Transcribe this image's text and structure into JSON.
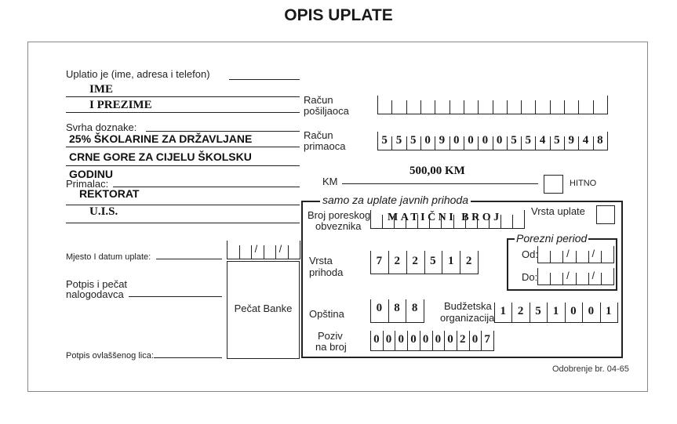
{
  "title": "OPIS UPLATE",
  "uplatio": {
    "label": "Uplatio je (ime, adresa i telefon)",
    "line1": "IME",
    "line2": "I PREZIME"
  },
  "svrha": {
    "label": "Svrha doznake:",
    "line1": "25% ŠKOLARINE ZA DRŽAVLJANE",
    "line2": "CRNE GORE ZA CIJELU ŠKOLSKU",
    "line3": "GODINU"
  },
  "primalac": {
    "label": "Primalac:",
    "line1": "REKTORAT",
    "line2": "U.I.S."
  },
  "racun_posiljaoca": {
    "label1": "Račun",
    "label2": "pošiljaoca"
  },
  "racun_primaoca": {
    "label1": "Račun",
    "label2": "primaoca",
    "digits": [
      "5",
      "5",
      "5",
      "0",
      "9",
      "0",
      "0",
      "0",
      "0",
      "5",
      "5",
      "4",
      "5",
      "9",
      "4",
      "8"
    ]
  },
  "km": {
    "label": "KM",
    "value": "500,00 KM"
  },
  "hitno": {
    "label": "HITNO"
  },
  "javni": {
    "header": "samo za uplate javnih prihoda",
    "poreski_label1": "Broj poreskog",
    "poreski_label2": "obveznika",
    "poreski_value": "MATIČNI BROJ",
    "vrsta_uplate": "Vrsta uplate",
    "porezni_period": "Porezni period",
    "od": "Od:",
    "do": "Do:",
    "vrsta_prihoda_label1": "Vrsta",
    "vrsta_prihoda_label2": "prihoda",
    "vrsta_prihoda_digits": [
      "7",
      "2",
      "2",
      "5",
      "1",
      "2"
    ],
    "opstina_label": "Opština",
    "opstina_digits": [
      "0",
      "8",
      "8"
    ],
    "budzetska_label1": "Budžetska",
    "budzetska_label2": "organizacija",
    "budzetska_digits": [
      "1",
      "2",
      "5",
      "1",
      "0",
      "0",
      "1"
    ],
    "poziv_label1": "Poziv",
    "poziv_label2": "na broj",
    "poziv_digits": [
      "0",
      "0",
      "0",
      "0",
      "0",
      "0",
      "0",
      "2",
      "0",
      "7"
    ]
  },
  "mjesto": {
    "label": "Mjesto I datum uplate:",
    "slash": "/"
  },
  "potpis_nalogodavca": {
    "label1": "Potpis i pečat",
    "label2": "nalogodavca"
  },
  "pecat_banke": "Pečat Banke",
  "potpis_ovlascenog": "Potpis ovlaššenog lica:",
  "odobrenje": "Odobrenje br. 04-65"
}
